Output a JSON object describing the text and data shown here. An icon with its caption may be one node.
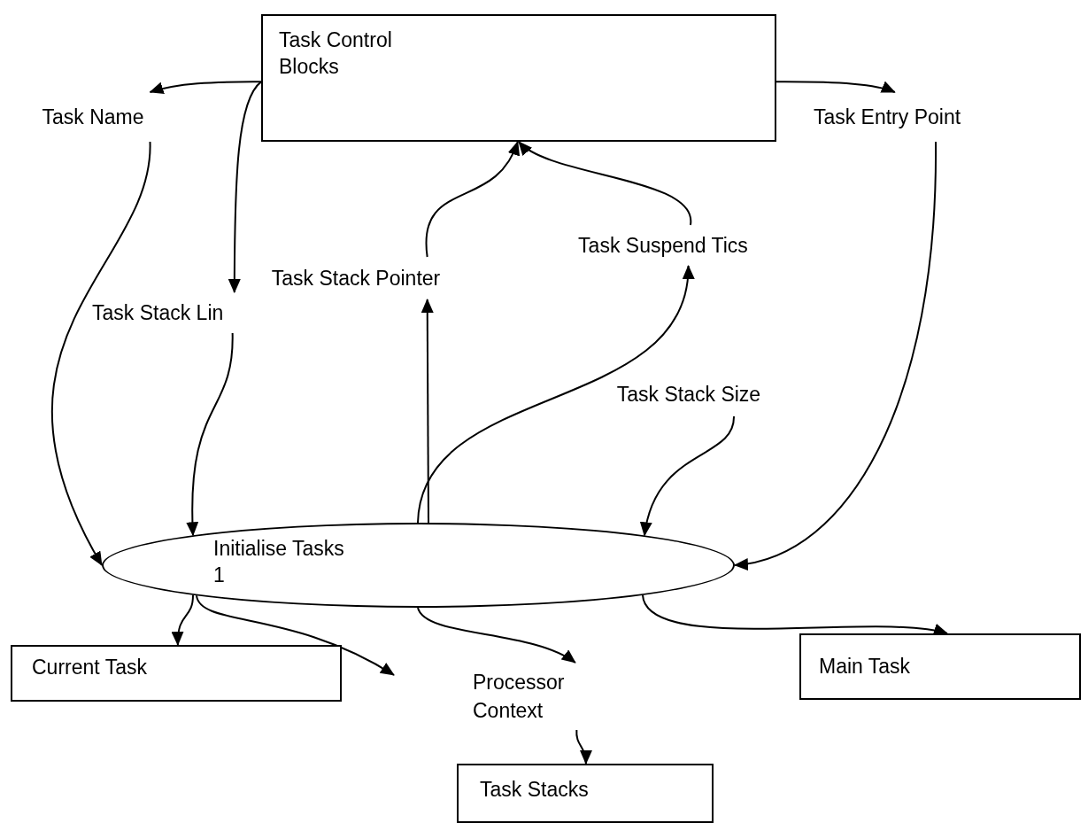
{
  "diagram": {
    "nodes": [
      {
        "text": [
          "Task Control Blocks"
        ]
      },
      {
        "text": [
          "Task Name"
        ]
      },
      {
        "text": [
          "Task Entry Point"
        ]
      },
      {
        "text": [
          "Task Stack Lin"
        ]
      },
      {
        "text": [
          "Task Stack Pointer"
        ]
      },
      {
        "text": [
          "Task Suspend Tics"
        ]
      },
      {
        "text": [
          "Task Stack Size"
        ]
      },
      {
        "text": [
          "Initialise Tasks",
          "1"
        ]
      },
      {
        "text": [
          "Current Task"
        ]
      },
      {
        "text": [
          "Processor Context"
        ]
      },
      {
        "text": [
          "Task Stacks"
        ]
      },
      {
        "text": [
          "Main Task"
        ]
      }
    ],
    "edges": [
      {
        "from": 0,
        "to": 1,
        "arrow": "to"
      },
      {
        "from": 0,
        "to": 3,
        "arrow": "to"
      },
      {
        "from": 0,
        "to": 2,
        "arrow": "to"
      },
      {
        "from": 4,
        "to": 0,
        "arrow": "to"
      },
      {
        "from": 5,
        "to": 0,
        "arrow": "to"
      },
      {
        "from": 1,
        "to": 7,
        "arrow": "to"
      },
      {
        "from": 3,
        "to": 7,
        "arrow": "to"
      },
      {
        "from": 6,
        "to": 7,
        "arrow": "to"
      },
      {
        "from": 2,
        "to": 7,
        "arrow": "to"
      },
      {
        "from": 7,
        "to": 4,
        "arrow": "to"
      },
      {
        "from": 7,
        "to": 5,
        "arrow": "to"
      },
      {
        "from": 7,
        "to": 8,
        "arrow": "to"
      },
      {
        "from": 7,
        "to": null,
        "arrow": "to"
      },
      {
        "from": 7,
        "to": 9,
        "arrow": "to"
      },
      {
        "from": 7,
        "to": 11,
        "arrow": "to"
      },
      {
        "from": 9,
        "to": 10,
        "arrow": "to"
      }
    ]
  }
}
